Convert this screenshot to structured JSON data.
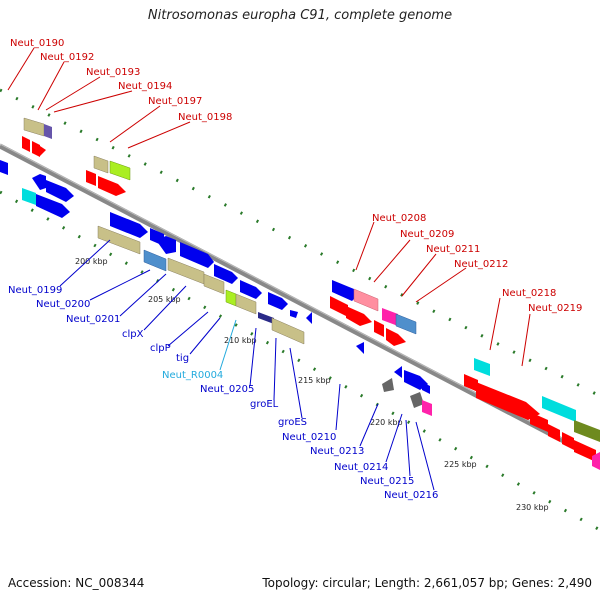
{
  "title": "Nitrosomonas europha C91, complete genome",
  "accession": "Accession: NC_008344",
  "topology": "Topology: circular; Length: 2,661,057 bp; Genes: 2,490",
  "colors": {
    "backbone": "#888888",
    "tick": "#2a7a2a",
    "red_label": "#cc0000",
    "blue_label": "#0000cc",
    "cyan_label": "#22aadd",
    "red": "#ff0000",
    "blue": "#0000ee",
    "tan": "#c8c088",
    "steel": "#4f8fcc",
    "cyan": "#00dddd",
    "magenta": "#ff22aa",
    "pink": "#ff8fa0",
    "olive": "#6e8a1e",
    "lime": "#aaee22",
    "navy": "#2a2a88",
    "gray": "#666666",
    "purple": "#6655aa"
  },
  "kbp_ticks": [
    "200 kbp",
    "205 kbp",
    "210 kbp",
    "215 kbp",
    "220 kbp",
    "225 kbp",
    "230 kbp"
  ],
  "labels_red": [
    "Neut_0190",
    "Neut_0192",
    "Neut_0193",
    "Neut_0194",
    "Neut_0197",
    "Neut_0198",
    "Neut_0208",
    "Neut_0209",
    "Neut_0211",
    "Neut_0212",
    "Neut_0218",
    "Neut_0219"
  ],
  "labels_blue": [
    "Neut_0199",
    "Neut_0200",
    "Neut_0201",
    "clpX",
    "clpP",
    "tig",
    "Neut_0205",
    "groEL",
    "groES",
    "Neut_0210",
    "Neut_0213",
    "Neut_0214",
    "Neut_0215",
    "Neut_0216"
  ],
  "labels_cyan": [
    "Neut_R0004"
  ]
}
